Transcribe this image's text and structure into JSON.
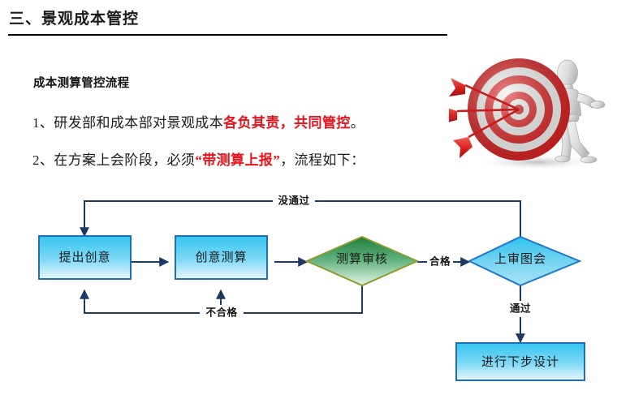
{
  "slide": {
    "title": "三、景观成本管控",
    "section_heading": "成本测算管控流程",
    "paragraphs": [
      {
        "prefix": "1、研发部和成本部对景观成本",
        "highlight": "各负其责，共同管控",
        "suffix": "。"
      },
      {
        "prefix": "2、在方案上会阶段，必须",
        "highlight": "“带测算上报”",
        "suffix": "，流程如下："
      }
    ]
  },
  "artwork": {
    "name": "dartboard-with-darts-and-mannequin",
    "colors": {
      "target_red": "#e02020",
      "target_white": "#f5f5f5",
      "mannequin": "#e2e2e2"
    }
  },
  "flowchart": {
    "type": "process-flow",
    "colors": {
      "box_fill_top": "#3fc1f0",
      "box_fill_bottom": "#e8f6fd",
      "box_border": "#1f6fb5",
      "diamond_green_top": "#2f8f4e",
      "diamond_green_bottom": "#d8f0dc",
      "diamond_green_border": "#9aab2e",
      "diamond_blue_top": "#35c6f0",
      "diamond_blue_bottom": "#9fe0f5",
      "diamond_blue_border": "#1f77c4",
      "connector": "#1f3864"
    },
    "nodes": [
      {
        "id": "n1",
        "shape": "rect",
        "label": "提出创意"
      },
      {
        "id": "n2",
        "shape": "rect",
        "label": "创意测算"
      },
      {
        "id": "n3",
        "shape": "diamond",
        "label": "测算审核"
      },
      {
        "id": "n4",
        "shape": "diamond",
        "label": "上审图会"
      },
      {
        "id": "n5",
        "shape": "rect",
        "label": "进行下步设计"
      }
    ],
    "edges": [
      {
        "from": "n1",
        "to": "n2",
        "label": ""
      },
      {
        "from": "n2",
        "to": "n3",
        "label": ""
      },
      {
        "from": "n3",
        "to": "n4",
        "label": "合格"
      },
      {
        "from": "n4",
        "to": "n5",
        "label": "通过"
      },
      {
        "from": "n4",
        "to": "n1",
        "label": "没通过"
      },
      {
        "from": "n3",
        "to": "n2",
        "label": "不合格"
      }
    ],
    "edge_labels": {
      "top_loop": "没通过",
      "bottom_loop": "不合格",
      "pass_review": "合格",
      "approved": "通过"
    }
  }
}
